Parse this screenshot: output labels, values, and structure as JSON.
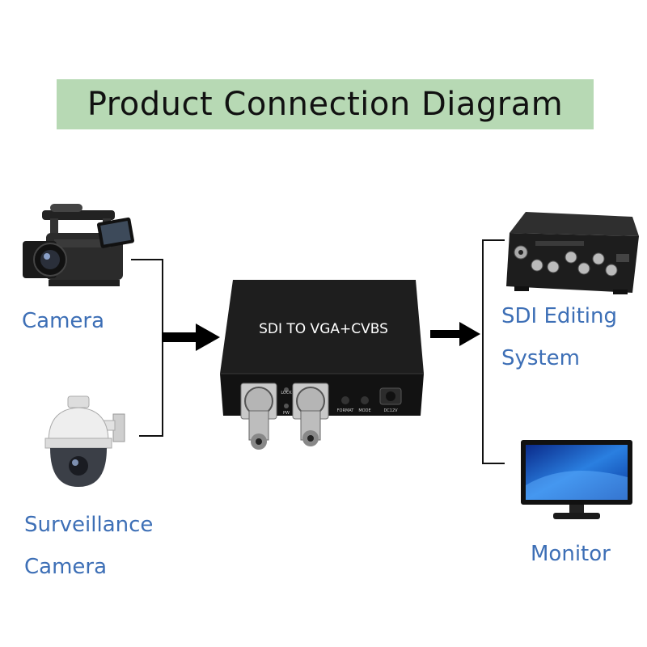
{
  "title": "Product Connection Diagram",
  "device": {
    "label": "SDI TO VGA+CVBS",
    "port_lock": "LOCK",
    "port_pw": "PW",
    "port_format": "FORMAT",
    "port_mode": "MODE",
    "port_dc": "DC12V"
  },
  "inputs": {
    "camera": "Camera",
    "surveillance_line1": "Surveillance",
    "surveillance_line2": "Camera"
  },
  "outputs": {
    "editing_line1": "SDI Editing",
    "editing_line2": "System",
    "monitor": "Monitor"
  },
  "colors": {
    "title_bg": "#b7d9b4",
    "label_text": "#3d6fb6",
    "device_body": "#1b1b1b"
  }
}
